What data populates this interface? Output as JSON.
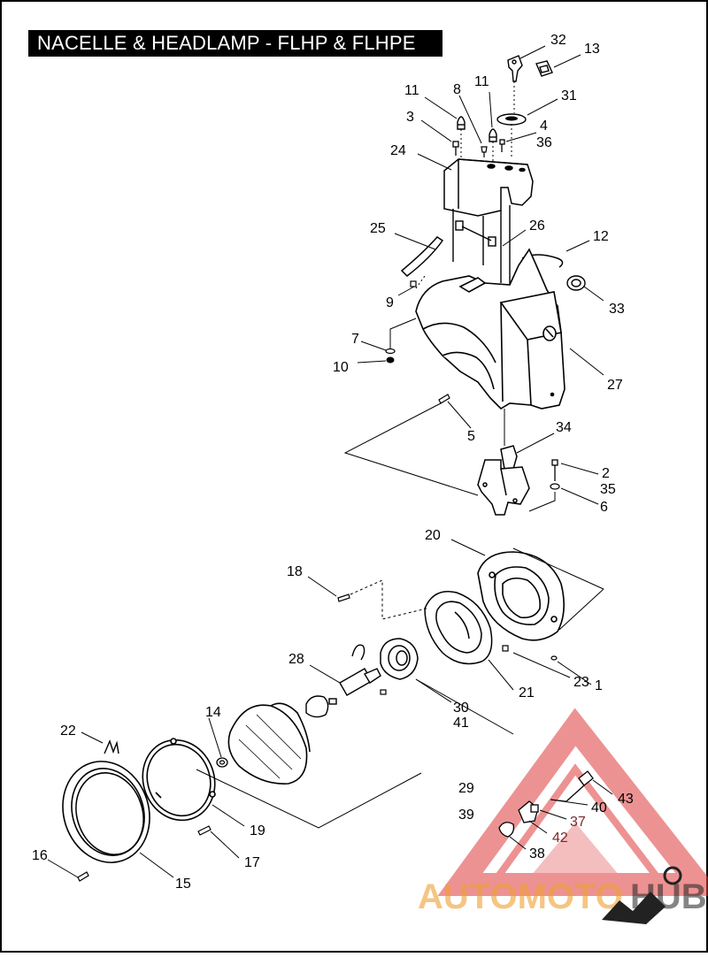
{
  "title": "NACELLE & HEADLAMP - FLHP & FLHPE",
  "callouts": [
    {
      "id": "c32",
      "text": "32"
    },
    {
      "id": "c13",
      "text": "13"
    },
    {
      "id": "c11a",
      "text": "11"
    },
    {
      "id": "c8",
      "text": "8"
    },
    {
      "id": "c11b",
      "text": "11"
    },
    {
      "id": "c31",
      "text": "31"
    },
    {
      "id": "c3",
      "text": "3"
    },
    {
      "id": "c4",
      "text": "4"
    },
    {
      "id": "c36",
      "text": "36"
    },
    {
      "id": "c24",
      "text": "24"
    },
    {
      "id": "c25",
      "text": "25"
    },
    {
      "id": "c26",
      "text": "26"
    },
    {
      "id": "c12",
      "text": "12"
    },
    {
      "id": "c9",
      "text": "9"
    },
    {
      "id": "c33",
      "text": "33"
    },
    {
      "id": "c7",
      "text": "7"
    },
    {
      "id": "c10",
      "text": "10"
    },
    {
      "id": "c27",
      "text": "27"
    },
    {
      "id": "c5",
      "text": "5"
    },
    {
      "id": "c34",
      "text": "34"
    },
    {
      "id": "c2",
      "text": "2"
    },
    {
      "id": "c35",
      "text": "35"
    },
    {
      "id": "c6",
      "text": "6"
    },
    {
      "id": "c20",
      "text": "20"
    },
    {
      "id": "c18",
      "text": "18"
    },
    {
      "id": "c28",
      "text": "28"
    },
    {
      "id": "c23",
      "text": "23"
    },
    {
      "id": "c1",
      "text": "1"
    },
    {
      "id": "c21",
      "text": "21"
    },
    {
      "id": "c30",
      "text": "30"
    },
    {
      "id": "c41",
      "text": "41"
    },
    {
      "id": "c14",
      "text": "14"
    },
    {
      "id": "c22",
      "text": "22"
    },
    {
      "id": "c29",
      "text": "29"
    },
    {
      "id": "c39",
      "text": "39"
    },
    {
      "id": "c43",
      "text": "43"
    },
    {
      "id": "c40",
      "text": "40"
    },
    {
      "id": "c37",
      "text": "37"
    },
    {
      "id": "c42",
      "text": "42"
    },
    {
      "id": "c19",
      "text": "19"
    },
    {
      "id": "c38",
      "text": "38"
    },
    {
      "id": "c17",
      "text": "17"
    },
    {
      "id": "c16",
      "text": "16"
    },
    {
      "id": "c15",
      "text": "15"
    }
  ],
  "watermark": {
    "part1": "AUTOMOTO",
    "part2": "HUB",
    "color_red": "#e03a3a",
    "color_orange": "#f0a030",
    "color_dark": "#222222"
  }
}
